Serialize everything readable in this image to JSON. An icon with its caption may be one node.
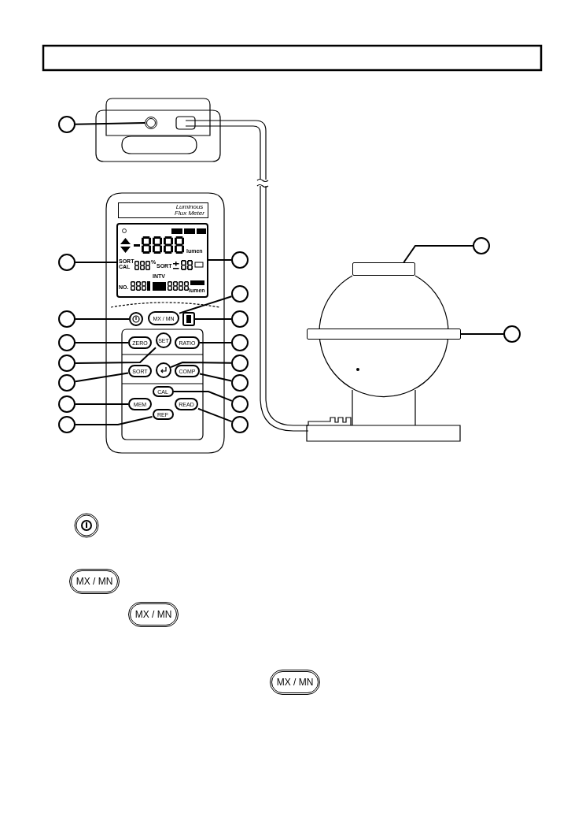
{
  "diagram": {
    "nodes": [
      {
        "text": [],
        "shape": "circle"
      },
      {
        "text": [],
        "shape": "circle"
      },
      {
        "text": [],
        "shape": "circle"
      },
      {
        "text": [],
        "shape": "circle"
      },
      {
        "text": [],
        "shape": "circle"
      },
      {
        "text": [],
        "shape": "circle"
      },
      {
        "text": [],
        "shape": "circle"
      },
      {
        "text": [],
        "shape": "circle"
      },
      {
        "text": [],
        "shape": "circle"
      },
      {
        "text": [],
        "shape": "circle"
      },
      {
        "text": [],
        "shape": "circle"
      },
      {
        "text": [],
        "shape": "circle"
      },
      {
        "text": [],
        "shape": "circle"
      },
      {
        "text": [],
        "shape": "circle"
      },
      {
        "text": [],
        "shape": "circle"
      },
      {
        "text": [],
        "shape": "circle"
      },
      {
        "text": [],
        "shape": "circle"
      },
      {
        "text": [],
        "shape": "circle"
      },
      {
        "text": [],
        "shape": "circle"
      },
      {
        "text": [
          "lumen",
          "SORT CAL",
          "%",
          "SORT",
          "NO.",
          "INTV",
          "lumen"
        ]
      },
      {
        "text": [],
        "shape": "circle"
      },
      {
        "text": [
          "ZERO"
        ]
      },
      {
        "text": [
          "SET"
        ]
      },
      {
        "text": [
          "SORT"
        ]
      },
      {
        "text": [
          "MEM"
        ]
      },
      {
        "text": [
          "REF"
        ]
      },
      {
        "text": [
          "MX / MN"
        ]
      },
      {
        "text": [],
        "shape": "box"
      },
      {
        "text": [
          "RATIO"
        ]
      },
      {
        "text": [],
        "shape": "circle"
      },
      {
        "text": [
          "COMP"
        ]
      },
      {
        "text": [
          "CAL"
        ]
      },
      {
        "text": [
          "READ"
        ]
      },
      {
        "text": [],
        "shape": "bar"
      },
      {
        "text": [],
        "shape": "bar"
      },
      {
        "text": [
          "Luminous Flux Meter"
        ]
      },
      {
        "text": [
          "MX / MN"
        ]
      },
      {
        "text": [
          "MX / MN"
        ]
      },
      {
        "text": [
          "MX / MN"
        ]
      }
    ],
    "edges": [
      {
        "from": 0,
        "to": 18,
        "arrow": "none"
      },
      {
        "from": 1,
        "to": 19,
        "arrow": "none"
      },
      {
        "from": 2,
        "to": 20,
        "arrow": "none"
      },
      {
        "from": 3,
        "to": 21,
        "arrow": "none"
      },
      {
        "from": 4,
        "to": 22,
        "arrow": "none"
      },
      {
        "from": 5,
        "to": 23,
        "arrow": "none"
      },
      {
        "from": 6,
        "to": 24,
        "arrow": "none"
      },
      {
        "from": 7,
        "to": 25,
        "arrow": "none"
      },
      {
        "from": 8,
        "to": 19,
        "arrow": "none"
      },
      {
        "from": 9,
        "to": 26,
        "arrow": "none"
      },
      {
        "from": 10,
        "to": 27,
        "arrow": "none"
      },
      {
        "from": 11,
        "to": 28,
        "arrow": "none"
      },
      {
        "from": 12,
        "to": 29,
        "arrow": "none"
      },
      {
        "from": 13,
        "to": 30,
        "arrow": "none"
      },
      {
        "from": 14,
        "to": 31,
        "arrow": "none"
      },
      {
        "from": 15,
        "to": 32,
        "arrow": "none"
      },
      {
        "from": 16,
        "to": 33,
        "arrow": "none"
      },
      {
        "from": 17,
        "to": 34,
        "arrow": "none"
      }
    ]
  }
}
